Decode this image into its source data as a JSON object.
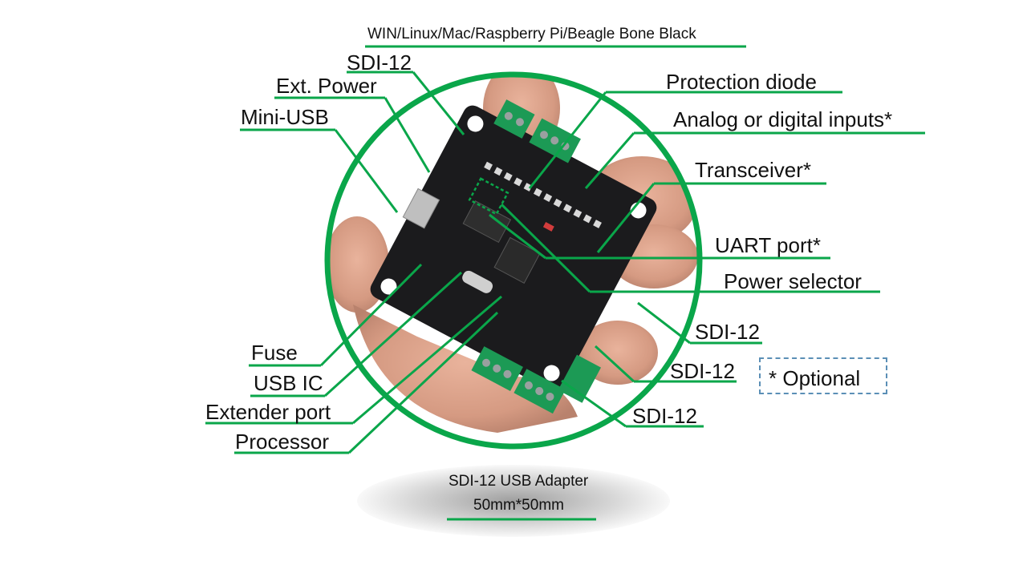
{
  "header": {
    "platforms": "WIN/Linux/Mac/Raspberry Pi/Beagle Bone Black"
  },
  "labels": {
    "sdi12_top": "SDI-12",
    "ext_power": "Ext. Power",
    "mini_usb": "Mini-USB",
    "protection_diode": "Protection diode",
    "analog_inputs": "Analog or digital inputs*",
    "transceiver": "Transceiver*",
    "uart_port": "UART port*",
    "power_selector": "Power selector",
    "sdi12_right1": "SDI-12",
    "sdi12_right2": "SDI-12",
    "sdi12_right3": "SDI-12",
    "fuse": "Fuse",
    "usb_ic": "USB IC",
    "extender_port": "Extender port",
    "processor": "Processor",
    "optional_note": "* Optional"
  },
  "caption": {
    "line1": "SDI-12 USB Adapter",
    "line2": "50mm*50mm"
  },
  "colors": {
    "accent_green": "#0aa64a",
    "dashed_box": "#5b8fb6",
    "board": "#1b1b1d",
    "terminal": "#1c9a55"
  }
}
